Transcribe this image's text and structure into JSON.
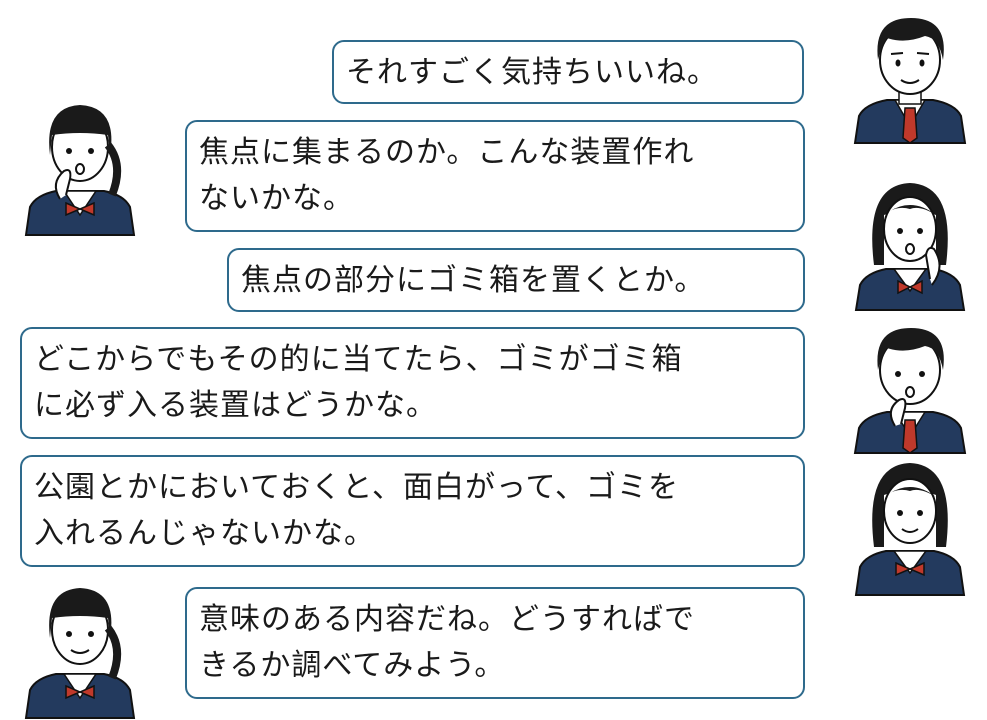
{
  "dialogue": [
    {
      "speaker": "boy",
      "lines": [
        "それすごく気持ちいいね。"
      ]
    },
    {
      "speaker": "girl-ponytail",
      "lines": [
        "焦点に集まるのか。こんな装置作れ",
        "ないかな。"
      ]
    },
    {
      "speaker": "girl-bob",
      "lines": [
        "焦点の部分にゴミ箱を置くとか。"
      ]
    },
    {
      "speaker": "boy-thinking",
      "lines": [
        "どこからでもその的に当てたら、ゴミがゴミ箱",
        "に必ず入る装置はどうかな。"
      ]
    },
    {
      "speaker": "girl-bob-smile",
      "lines": [
        "公園とかにおいておくと、面白がって、ゴミを",
        "入れるんじゃないかな。"
      ]
    },
    {
      "speaker": "girl-ponytail-smile",
      "lines": [
        "意味のある内容だね。どうすればで",
        "きるか調べてみよう。"
      ]
    }
  ],
  "colors": {
    "bubble_border": "#2e6a8c",
    "uniform": "#233a5e",
    "tie": "#c0392b",
    "hair": "#1a1a1a"
  }
}
